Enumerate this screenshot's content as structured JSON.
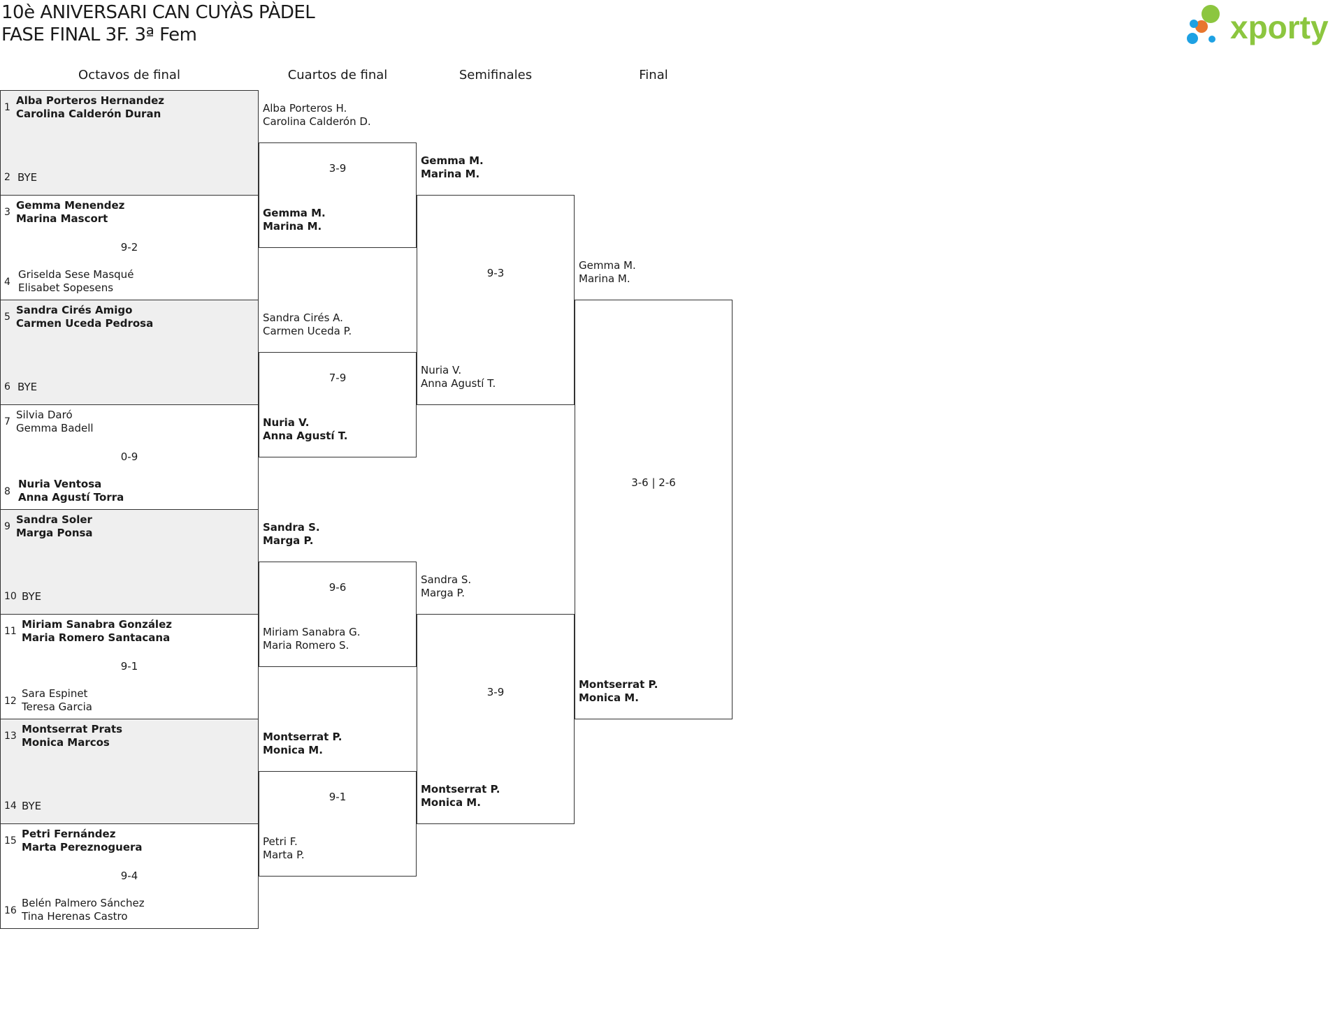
{
  "header": {
    "title_line1": "10è ANIVERSARI CAN CUYÀS PÀDEL",
    "title_line2": "FASE FINAL 3F. 3ª Fem",
    "logo_text": "xporty"
  },
  "rounds": {
    "r16": "Octavos de final",
    "qf": "Cuartos de final",
    "sf": "Semifinales",
    "final": "Final"
  },
  "r16_matches": [
    {
      "seed_top": "1",
      "top": [
        "Alba Porteros Hernandez",
        "Carolina Calderón Duran"
      ],
      "top_winner": true,
      "seed_bottom": "2",
      "bottom": "BYE",
      "score": ""
    },
    {
      "seed_top": "3",
      "top": [
        "Gemma Menendez",
        "Marina Mascort"
      ],
      "top_winner": true,
      "seed_bottom": "4",
      "bottom": [
        "Griselda Sese Masqué",
        "Elisabet Sopesens"
      ],
      "bottom_winner": false,
      "score": "9-2"
    },
    {
      "seed_top": "5",
      "top": [
        "Sandra Cirés Amigo",
        "Carmen Uceda Pedrosa"
      ],
      "top_winner": true,
      "seed_bottom": "6",
      "bottom": "BYE",
      "score": ""
    },
    {
      "seed_top": "7",
      "top": [
        "Silvia Daró",
        "Gemma Badell"
      ],
      "top_winner": false,
      "seed_bottom": "8",
      "bottom": [
        "Nuria Ventosa",
        "Anna Agustí Torra"
      ],
      "bottom_winner": true,
      "score": "0-9"
    },
    {
      "seed_top": "9",
      "top": [
        "Sandra Soler",
        "Marga Ponsa"
      ],
      "top_winner": true,
      "seed_bottom": "10",
      "bottom": "BYE",
      "score": ""
    },
    {
      "seed_top": "11",
      "top": [
        "Miriam Sanabra González",
        "Maria Romero Santacana"
      ],
      "top_winner": true,
      "seed_bottom": "12",
      "bottom": [
        "Sara Espinet",
        "Teresa Garcia"
      ],
      "bottom_winner": false,
      "score": "9-1"
    },
    {
      "seed_top": "13",
      "top": [
        "Montserrat Prats",
        "Monica Marcos"
      ],
      "top_winner": true,
      "seed_bottom": "14",
      "bottom": "BYE",
      "score": ""
    },
    {
      "seed_top": "15",
      "top": [
        "Petri Fernández",
        "Marta Pereznoguera"
      ],
      "top_winner": true,
      "seed_bottom": "16",
      "bottom": [
        "Belén Palmero Sánchez",
        "Tina Herenas Castro"
      ],
      "bottom_winner": false,
      "score": "9-4"
    }
  ],
  "qf_matches": [
    {
      "top": [
        "Alba Porteros H.",
        "Carolina Calderón D."
      ],
      "top_winner": false,
      "bottom": [
        "Gemma M.",
        "Marina M."
      ],
      "bottom_winner": true,
      "score": "3-9"
    },
    {
      "top": [
        "Sandra Cirés A.",
        "Carmen Uceda P."
      ],
      "top_winner": false,
      "bottom": [
        "Nuria V.",
        "Anna Agustí T."
      ],
      "bottom_winner": true,
      "score": "7-9"
    },
    {
      "top": [
        "Sandra S.",
        "Marga P."
      ],
      "top_winner": true,
      "bottom": [
        "Miriam Sanabra G.",
        "Maria Romero S."
      ],
      "bottom_winner": false,
      "score": "9-6"
    },
    {
      "top": [
        "Montserrat P.",
        "Monica M."
      ],
      "top_winner": true,
      "bottom": [
        "Petri F.",
        "Marta P."
      ],
      "bottom_winner": false,
      "score": "9-1"
    }
  ],
  "sf_matches": [
    {
      "top": [
        "Gemma M.",
        "Marina M."
      ],
      "top_winner": true,
      "bottom": [
        "Nuria V.",
        "Anna Agustí T."
      ],
      "bottom_winner": false,
      "score": "9-3"
    },
    {
      "top": [
        "Sandra S.",
        "Marga P."
      ],
      "top_winner": false,
      "bottom": [
        "Montserrat P.",
        "Monica M."
      ],
      "bottom_winner": true,
      "score": "3-9"
    }
  ],
  "final_match": {
    "top": [
      "Gemma M.",
      "Marina M."
    ],
    "top_winner": false,
    "bottom": [
      "Montserrat P.",
      "Monica M."
    ],
    "bottom_winner": true,
    "score": "3-6 | 2-6"
  }
}
